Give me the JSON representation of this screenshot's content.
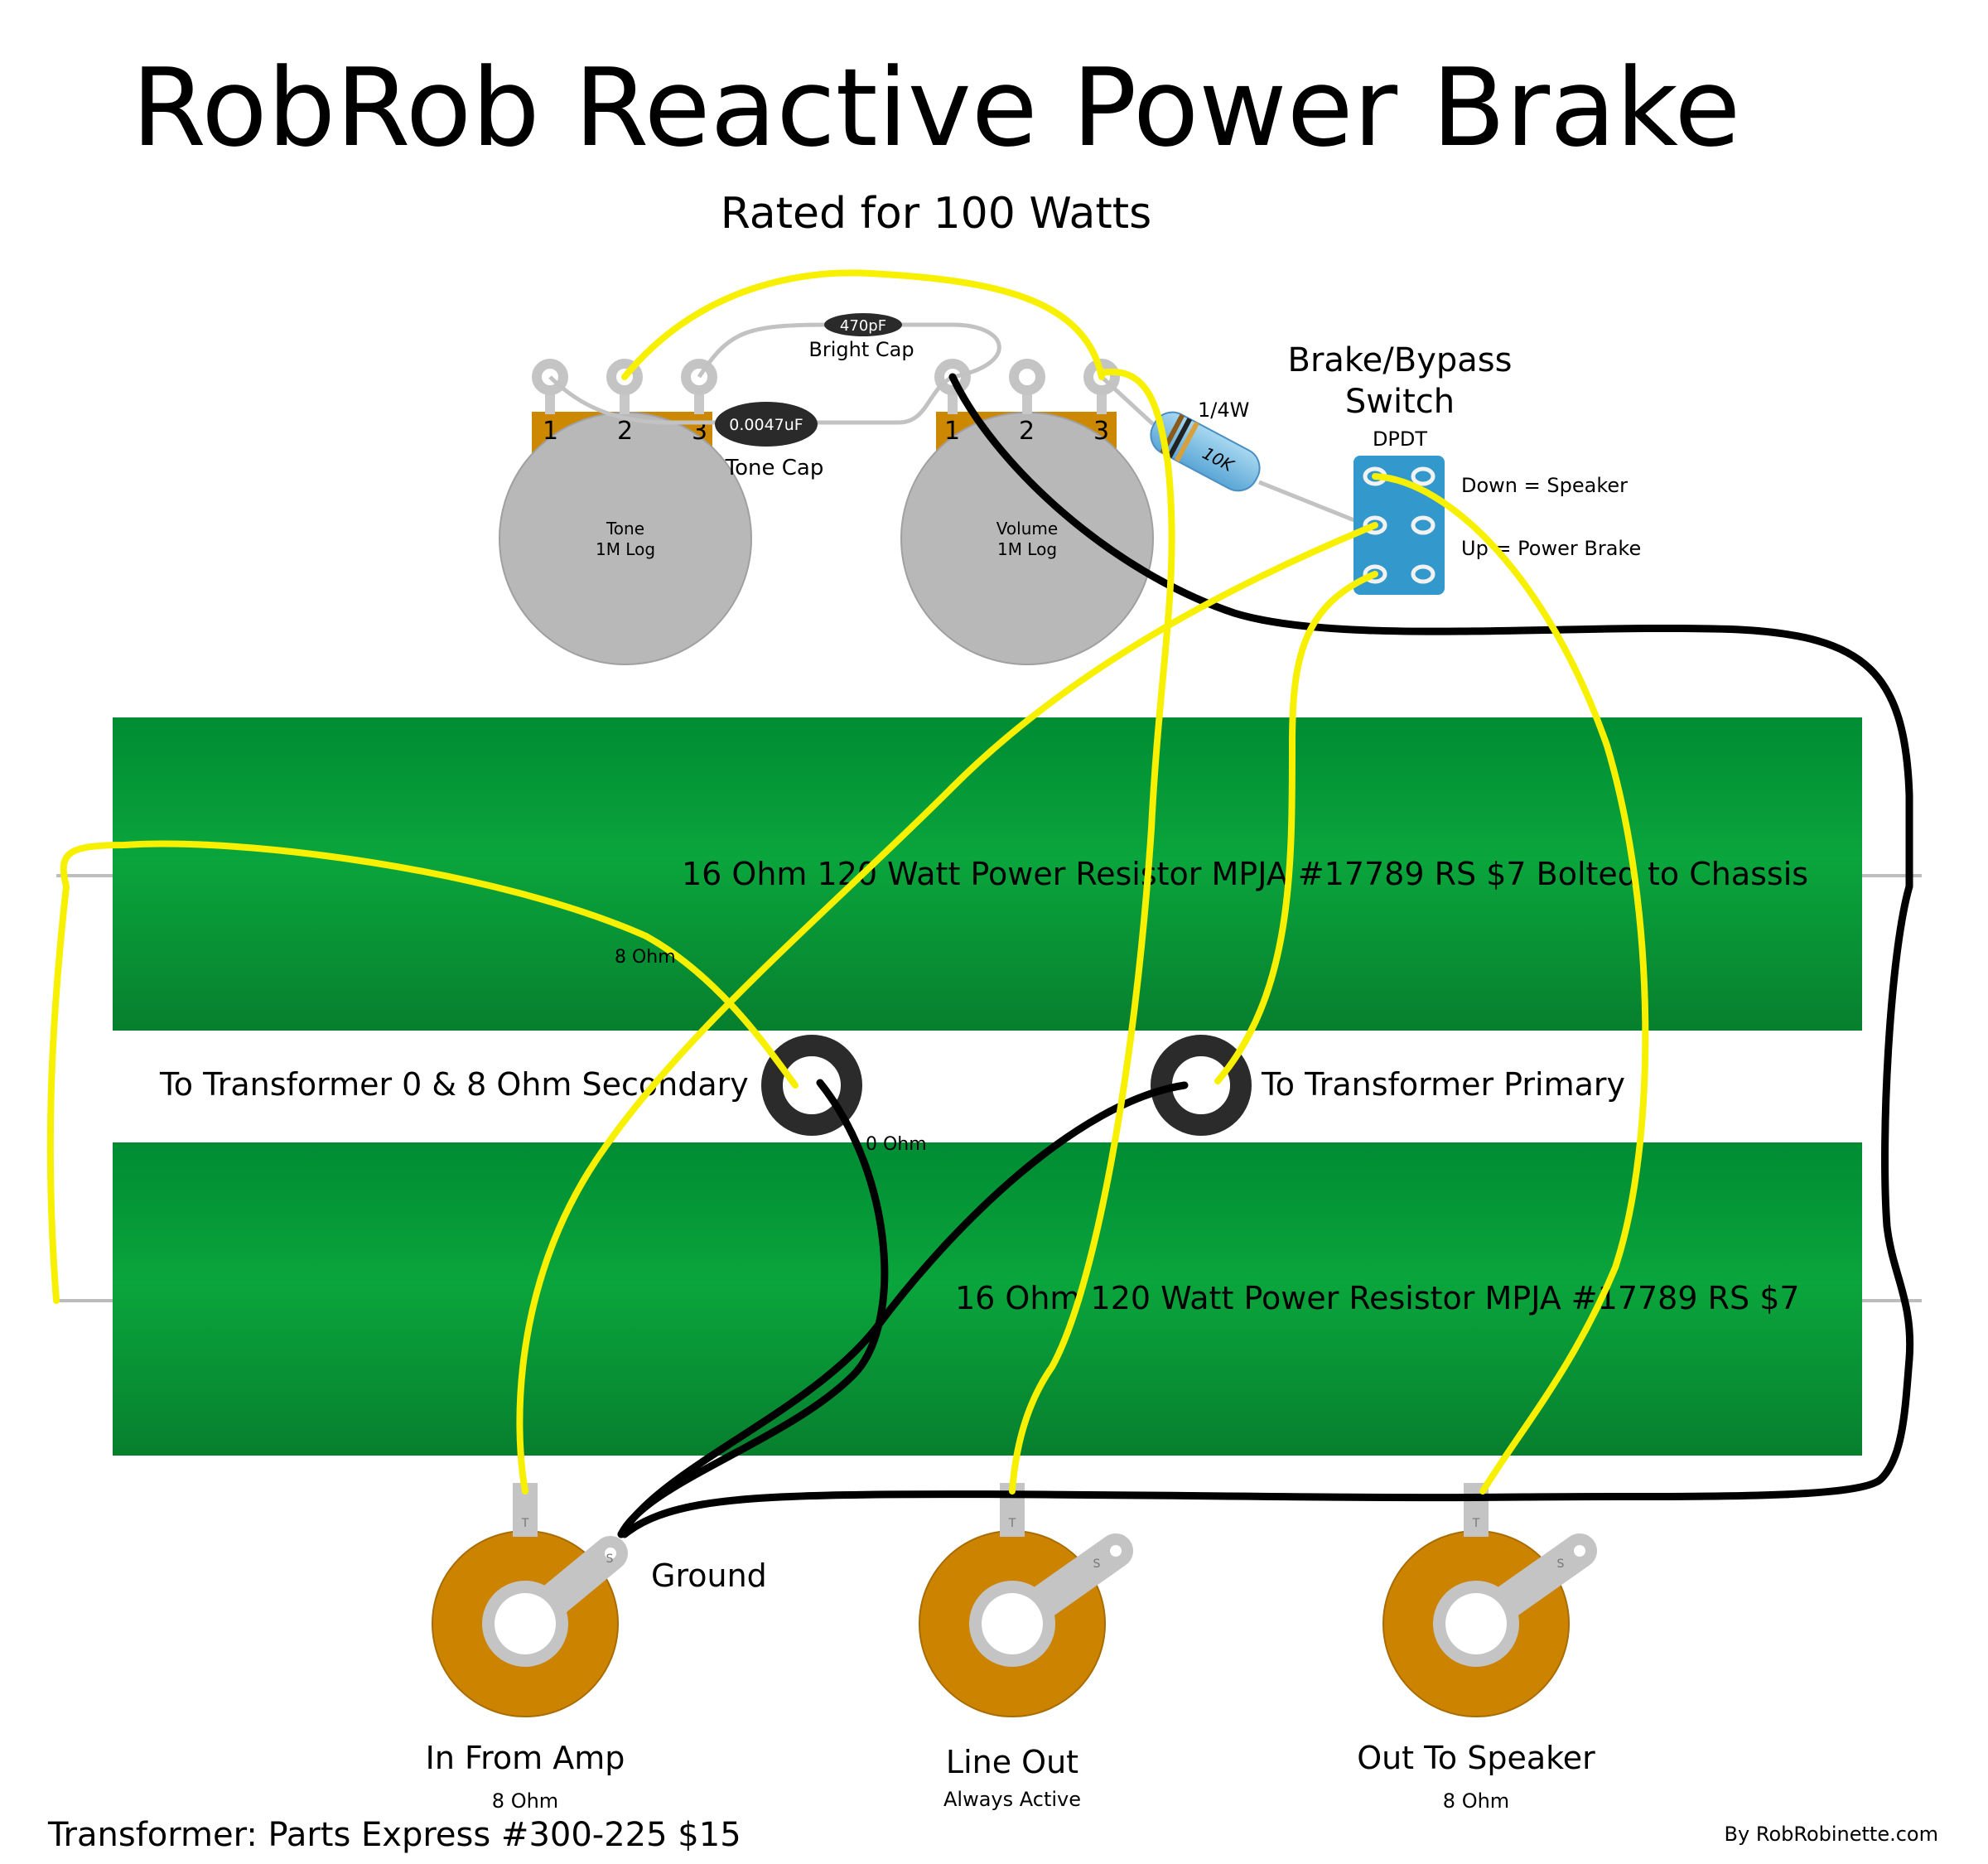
{
  "title": "RobRob Reactive Power Brake",
  "subtitle": "Rated for 100 Watts",
  "pots": {
    "tone": {
      "name": "Tone",
      "value": "1M Log",
      "lugs": [
        "1",
        "2",
        "3"
      ]
    },
    "volume": {
      "name": "Volume",
      "value": "1M Log",
      "lugs": [
        "1",
        "2",
        "3"
      ]
    }
  },
  "caps": {
    "bright": {
      "value": "470pF",
      "label": "Bright Cap"
    },
    "tone": {
      "value": "0.0047uF",
      "label": "Tone Cap"
    }
  },
  "resistor": {
    "wattage": "1/4W",
    "value": "10K"
  },
  "switch": {
    "title_line1": "Brake/Bypass",
    "title_line2": "Switch",
    "type": "DPDT",
    "down": "Down = Speaker",
    "up": "Up = Power Brake"
  },
  "power_resistors": {
    "top": "16 Ohm 120 Watt Power Resistor MPJA #17789 RS $7 Bolted to Chassis",
    "bottom": "16 Ohm 120 Watt Power Resistor MPJA #17789 RS $7"
  },
  "terminals": {
    "secondary": "To Transformer 0 & 8 Ohm Secondary",
    "primary": "To Transformer Primary"
  },
  "wire_labels": {
    "eight_ohm": "8 Ohm",
    "zero_ohm": "0 Ohm",
    "ground": "Ground"
  },
  "jacks": {
    "in": {
      "name": "In From Amp",
      "note": "8 Ohm"
    },
    "line": {
      "name": "Line Out",
      "note": "Always Active"
    },
    "speaker": {
      "name": "Out To Speaker",
      "note": "8 Ohm"
    },
    "tip": "T",
    "sleeve": "S"
  },
  "footer": {
    "transformer": "Transformer: Parts Express #300-225 $15",
    "credit": "By RobRobinette.com"
  },
  "colors": {
    "wire_yellow": "#f7f000",
    "wire_black": "#000000",
    "resistor_green": "#0a9a3a",
    "pot_gray": "#b8b8b8",
    "pot_tab": "#cc8800",
    "jack_brown": "#cc8400",
    "switch_blue": "#3399cc"
  }
}
